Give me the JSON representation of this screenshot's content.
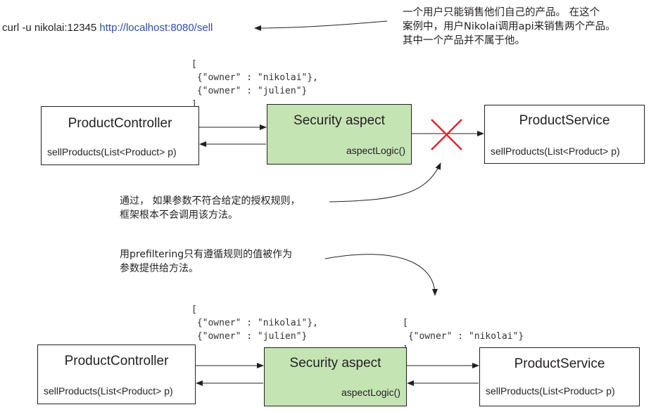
{
  "request": {
    "prefix": "curl -u nikolai:12345 ",
    "url": "http://localhost:8080/sell",
    "url_color": "#2f4da8"
  },
  "note_top": {
    "line1": "一个用户只能销售他们自己的产品。 在这个",
    "line2": "案例中，用户Nikolai调用api来销售两个产品。",
    "line3": "其中一个产品并不属于他。"
  },
  "top_diagram": {
    "payload": {
      "open": "[",
      "item1": " {\"owner\" : \"nikolai\"},",
      "item2": " {\"owner\" : \"julien\"}",
      "close": "]"
    },
    "controller": {
      "title": "ProductController",
      "method": "sellProducts(List<Product> p)"
    },
    "aspect": {
      "title": "Security aspect",
      "method": "aspectLogic()"
    },
    "service": {
      "title": "ProductService",
      "method": "sellProducts(List<Product> p)"
    },
    "blocked_color": "#e0252b",
    "note": {
      "line1": "通过， 如果参数不符合给定的授权规则，",
      "line2": "框架根本不会调用该方法。"
    }
  },
  "bottom_diagram": {
    "note": {
      "line1": "用prefiltering只有遵循规则的值被作为",
      "line2": "参数提供给方法。"
    },
    "payload_in": {
      "open": "[",
      "item1": " {\"owner\" : \"nikolai\"},",
      "item2": " {\"owner\" : \"julien\"}",
      "close": "]"
    },
    "payload_out": {
      "open": "[",
      "item1": " {\"owner\" : \"nikolai\"}",
      "close": "]"
    },
    "controller": {
      "title": "ProductController",
      "method": "sellProducts(List<Product> p)"
    },
    "aspect": {
      "title": "Security aspect",
      "method": "aspectLogic()"
    },
    "service": {
      "title": "ProductService",
      "method": "sellProducts(List<Product> p)"
    }
  },
  "colors": {
    "aspect_fill": "#c5e4b4",
    "line": "#231f20"
  }
}
